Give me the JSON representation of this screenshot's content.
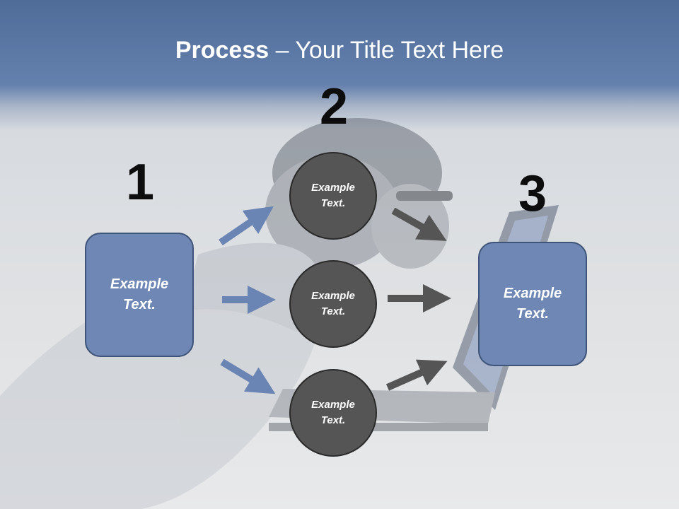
{
  "title": {
    "bold": "Process",
    "rest": " – Your Title Text Here"
  },
  "steps": [
    {
      "number": "1",
      "box": {
        "line1": "Example",
        "line2": "Text."
      }
    },
    {
      "number": "2",
      "circles": [
        {
          "line1": "Example",
          "line2": "Text."
        },
        {
          "line1": "Example",
          "line2": "Text."
        },
        {
          "line1": "Example",
          "line2": "Text."
        }
      ]
    },
    {
      "number": "3",
      "box": {
        "line1": "Example",
        "line2": "Text."
      }
    }
  ],
  "colors": {
    "box_fill": "#6f87b4",
    "circle_fill": "#555555",
    "blue_arrow": "#6a84b4",
    "dark_arrow": "#555555"
  }
}
